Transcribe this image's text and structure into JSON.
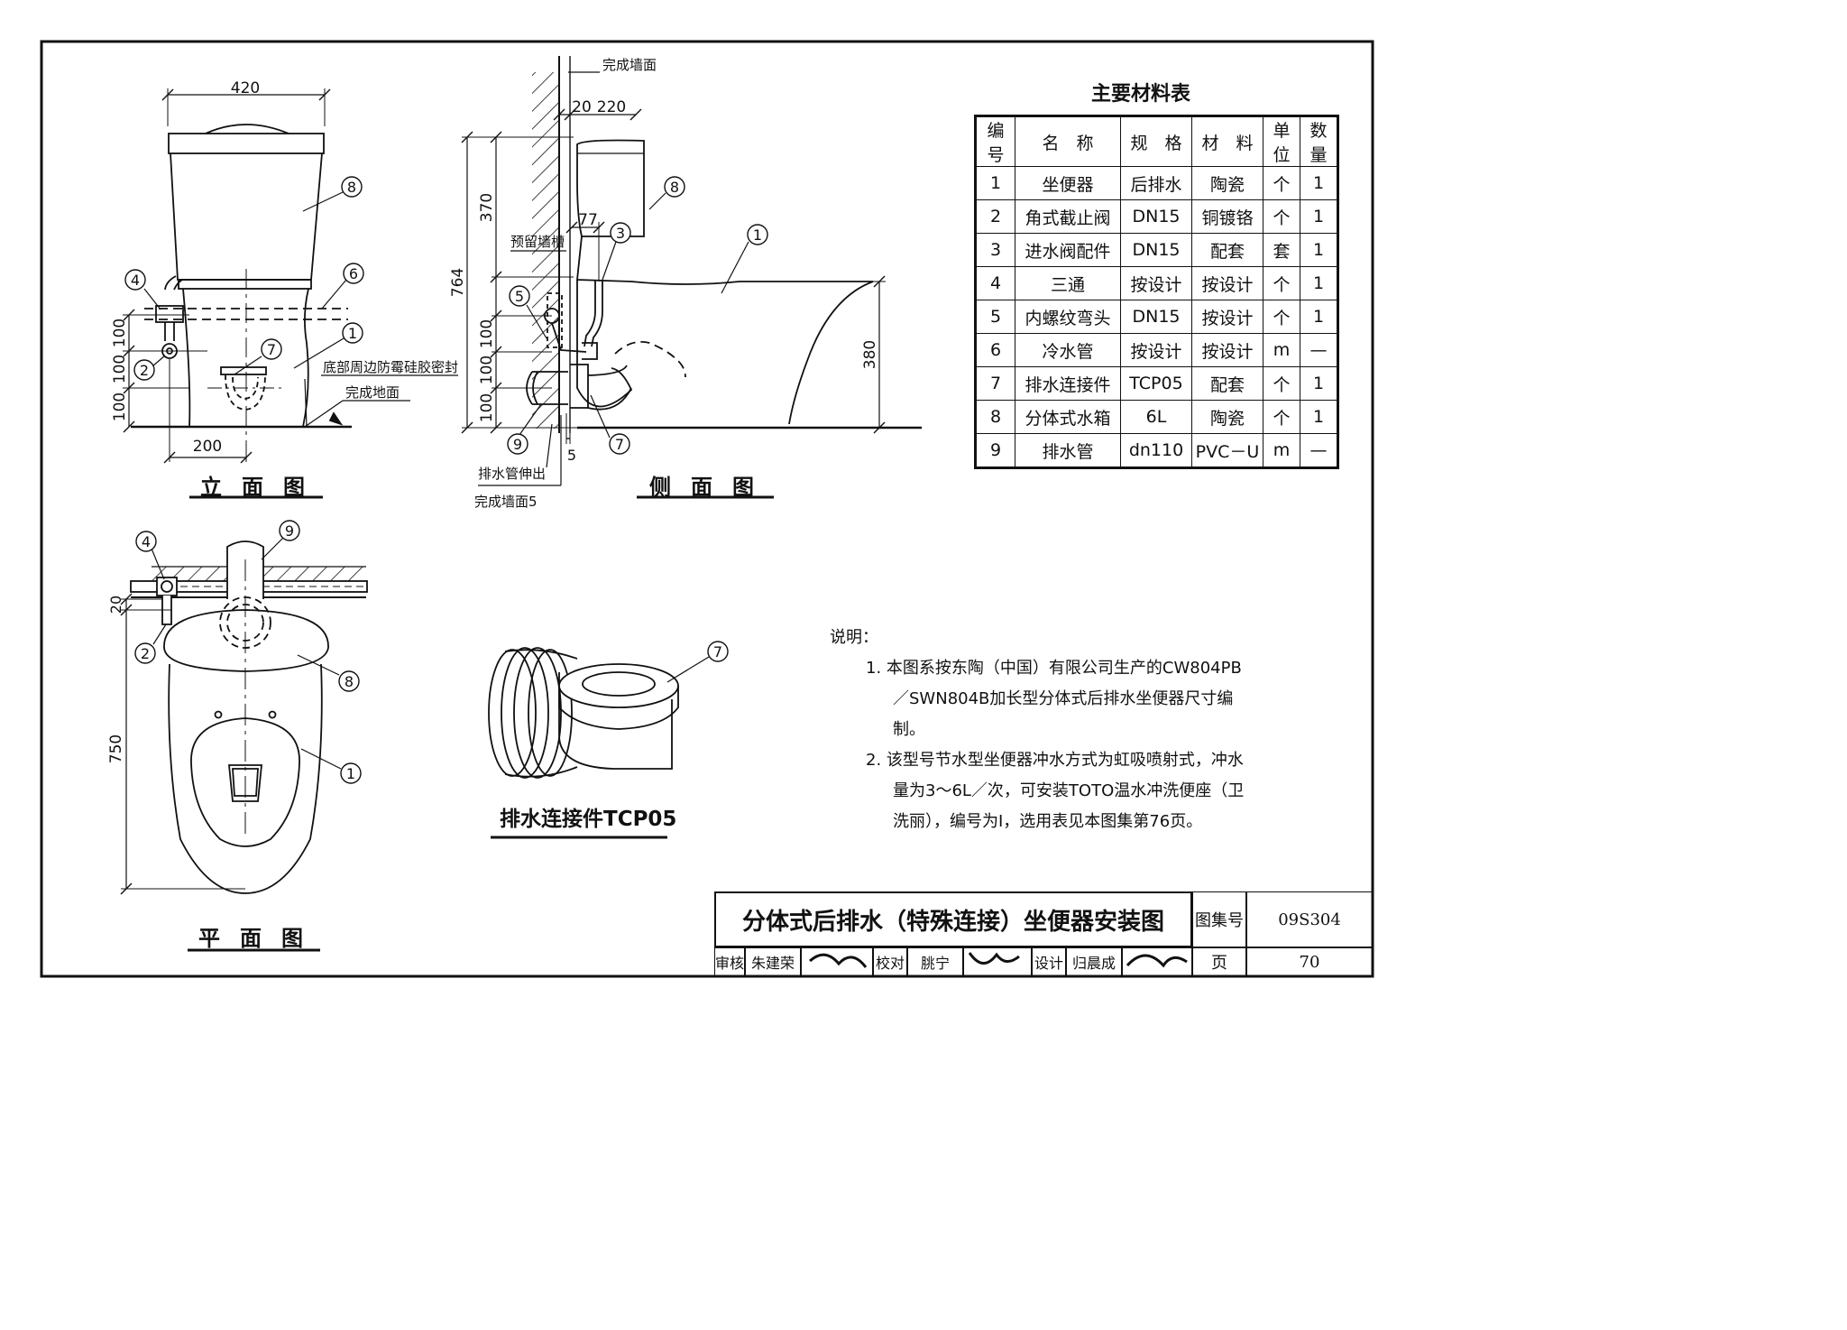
{
  "materials_table": {
    "title": "主要材料表",
    "headers": [
      "编号",
      "名　称",
      "规　格",
      "材　料",
      "单位",
      "数量"
    ],
    "rows": [
      [
        "1",
        "坐便器",
        "后排水",
        "陶瓷",
        "个",
        "1"
      ],
      [
        "2",
        "角式截止阀",
        "DN15",
        "铜镀铬",
        "个",
        "1"
      ],
      [
        "3",
        "进水阀配件",
        "DN15",
        "配套",
        "套",
        "1"
      ],
      [
        "4",
        "三通",
        "按设计",
        "按设计",
        "个",
        "1"
      ],
      [
        "5",
        "内螺纹弯头",
        "DN15",
        "按设计",
        "个",
        "1"
      ],
      [
        "6",
        "冷水管",
        "按设计",
        "按设计",
        "m",
        "—"
      ],
      [
        "7",
        "排水连接件",
        "TCP05",
        "配套",
        "个",
        "1"
      ],
      [
        "8",
        "分体式水箱",
        "6L",
        "陶瓷",
        "个",
        "1"
      ],
      [
        "9",
        "排水管",
        "dn110",
        "PVC－U",
        "m",
        "—"
      ]
    ]
  },
  "elevation_view": {
    "title": "立面图",
    "dim_width": "420",
    "dim_offset": "200",
    "dim_v1": "100",
    "dim_v2": "100",
    "dim_v3": "100",
    "label_seal": "底部周边防霉硅胶密封",
    "label_floor": "完成地面",
    "callouts": [
      "8",
      "4",
      "6",
      "1",
      "7",
      "2"
    ]
  },
  "side_view": {
    "title": "侧面图",
    "label_wall": "完成墙面",
    "dim_20": "20",
    "dim_220": "220",
    "dim_370": "370",
    "dim_764": "764",
    "dim_77": "77",
    "dim_100a": "100",
    "dim_100b": "100",
    "dim_100c": "100",
    "dim_380": "380",
    "dim_5": "5",
    "label_groove": "预留墙槽",
    "label_pipe_out": "排水管伸出",
    "label_wall5": "完成墙面5",
    "callouts": [
      "8",
      "3",
      "1",
      "5",
      "9",
      "7"
    ]
  },
  "plan_view": {
    "title": "平面图",
    "dim_20": "20",
    "dim_750": "750",
    "callouts": [
      "9",
      "4",
      "2",
      "8",
      "1"
    ]
  },
  "connector_view": {
    "title": "排水连接件TCP05",
    "callout": "7"
  },
  "notes": {
    "heading": "说明：",
    "items": [
      "1. 本图系按东陶（中国）有限公司生产的CW804PB／SWN804B加长型分体式后排水坐便器尺寸编制。",
      "2. 该型号节水型坐便器冲水方式为虹吸喷射式，冲水量为3～6L／次，可安装TOTO温水冲洗便座（卫洗丽），编号为Ⅰ，选用表见本图集第76页。"
    ]
  },
  "title_block": {
    "drawing_title": "分体式后排水（特殊连接）坐便器安装图",
    "atlas_label": "图集号",
    "atlas_no": "09S304",
    "page_label": "页",
    "page_no": "70",
    "review_label": "审核",
    "review_name": "朱建荣",
    "check_label": "校对",
    "check_name": "朓宁",
    "design_label": "设计",
    "design_name": "归晨成"
  }
}
